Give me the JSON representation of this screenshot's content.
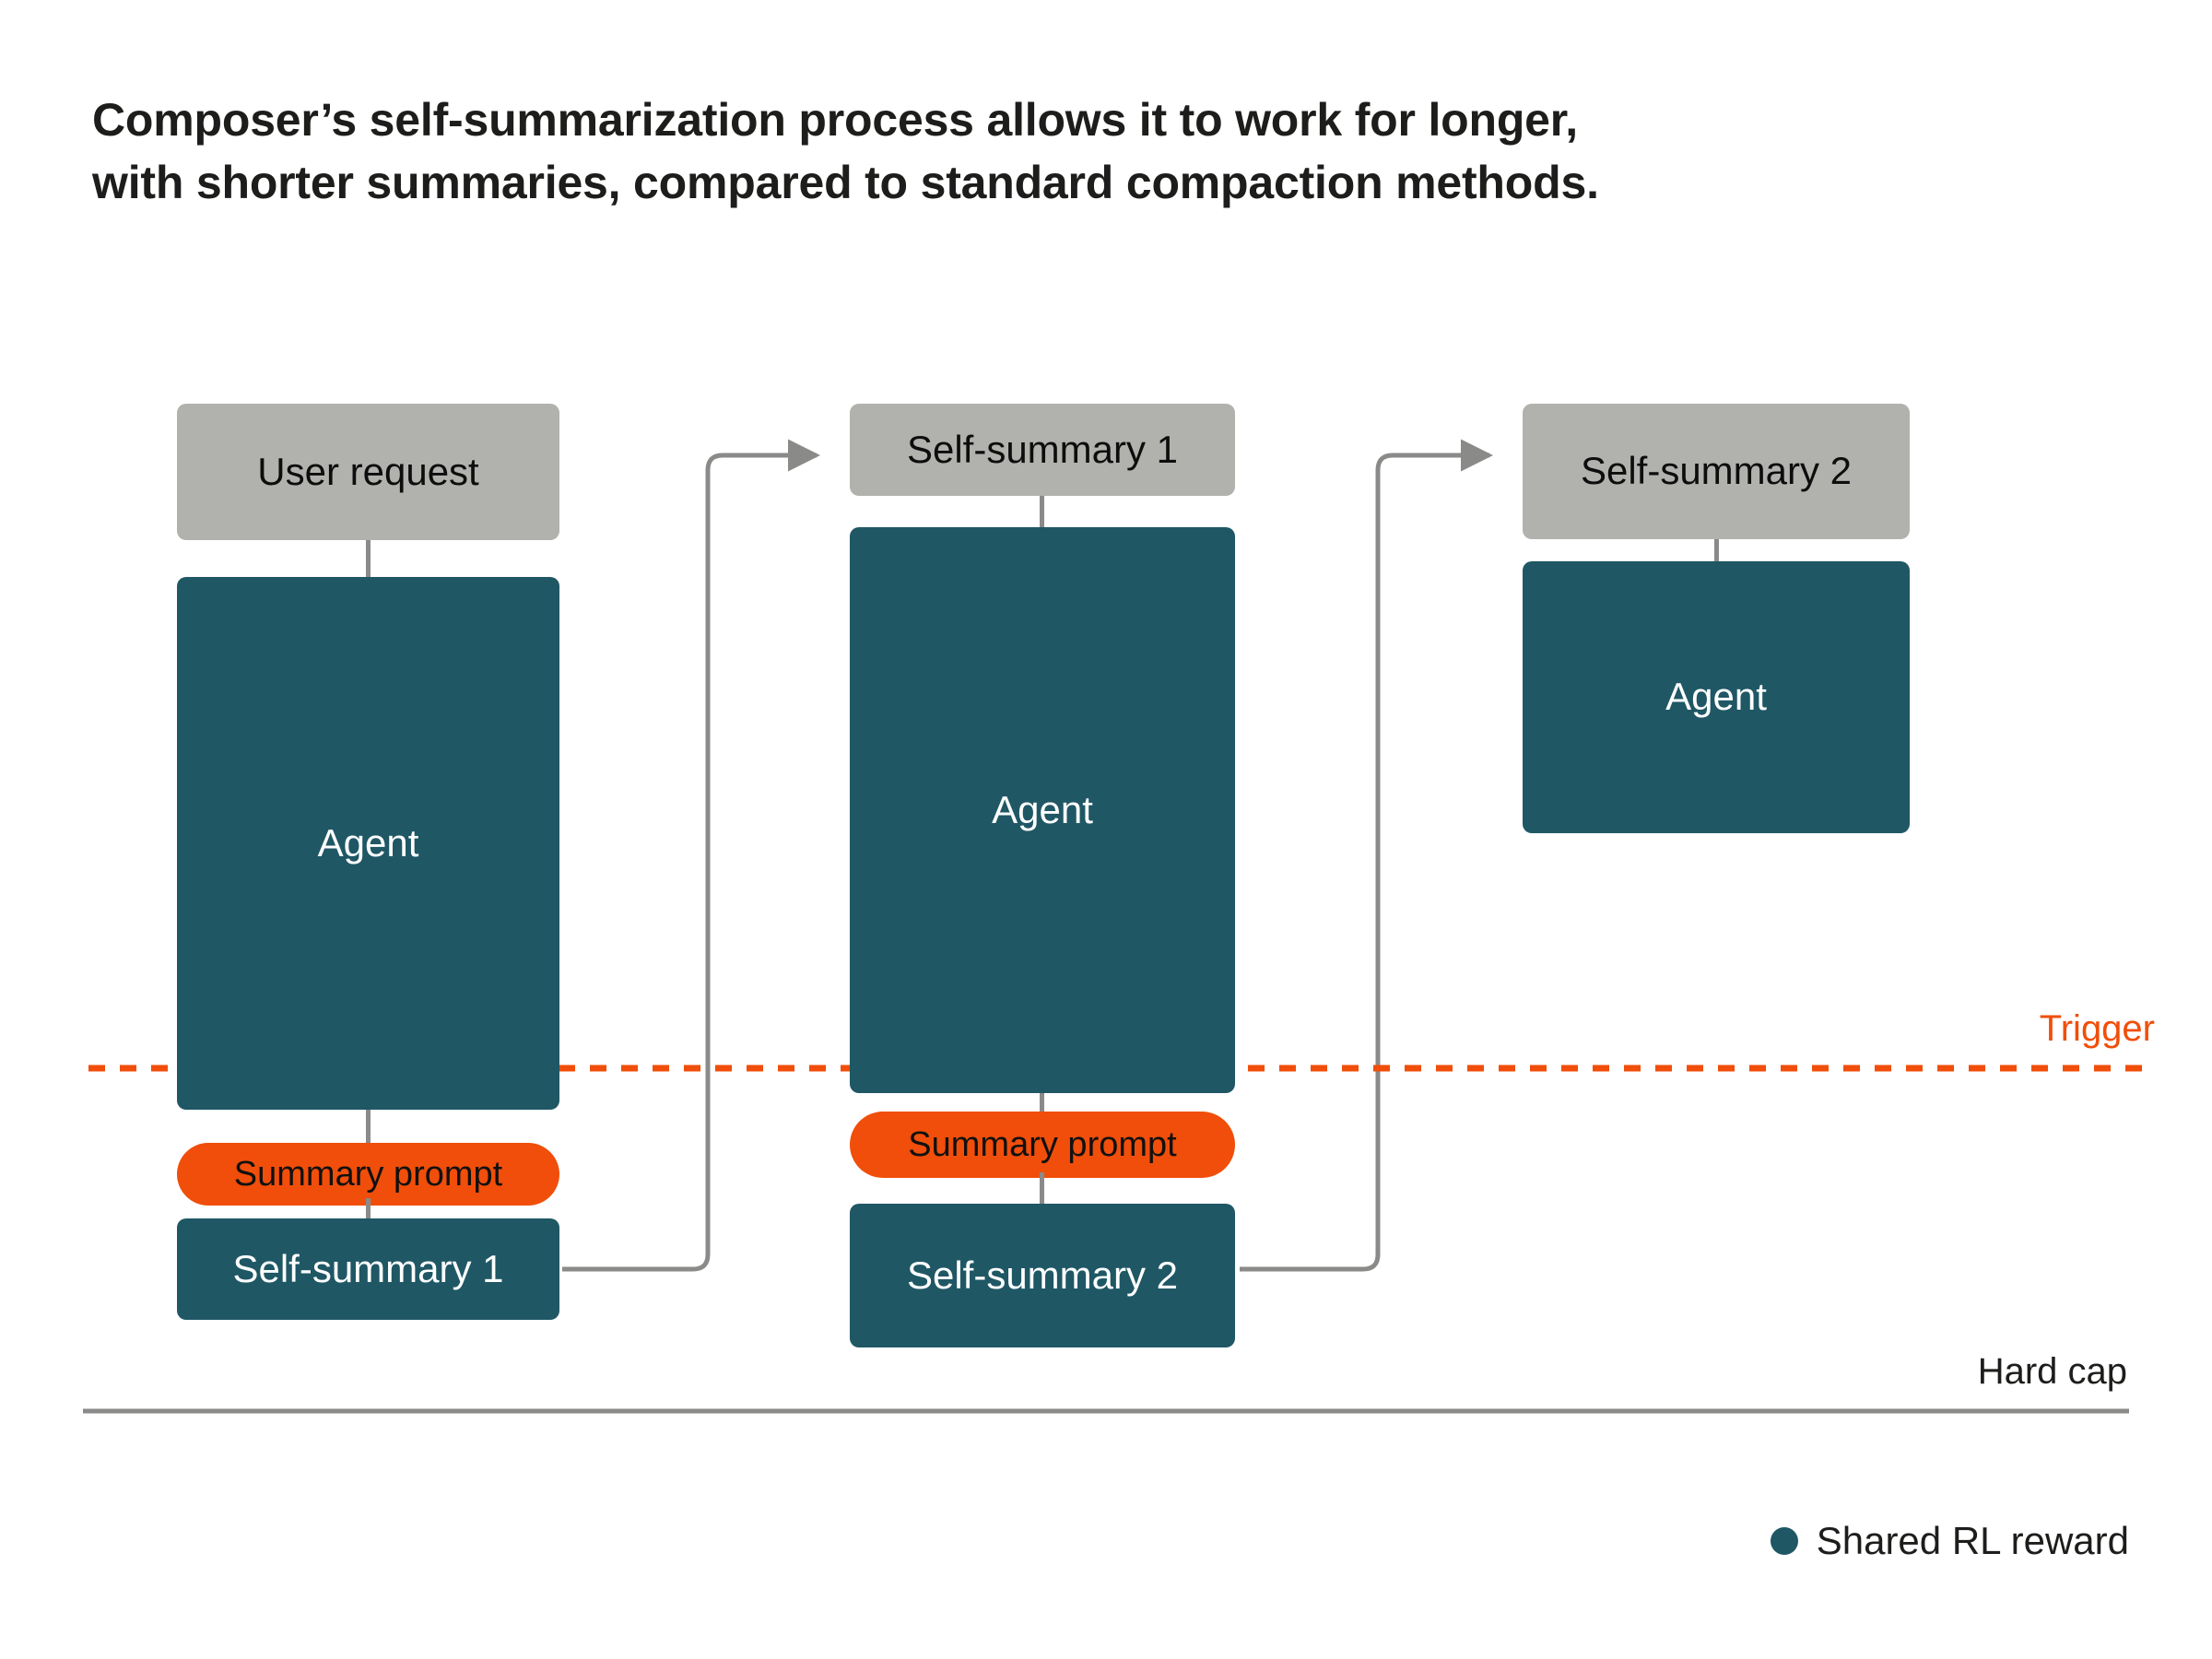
{
  "title": {
    "line1": "Composer’s self-summarization process allows it to work for longer,",
    "line2": "with shorter summaries, compared to standard compaction methods."
  },
  "colors": {
    "teal": "#1f5765",
    "gray": "#b1b1ae",
    "orange": "#f04e0a",
    "connector": "#8a8a88",
    "text_dark": "#1d1d1b",
    "background": "#ffffff"
  },
  "columns": [
    {
      "id": "stage-1",
      "top_box": {
        "label": "User request",
        "style": "gray"
      },
      "agent_box": {
        "label": "Agent",
        "style": "teal"
      },
      "prompt_pill": {
        "label": "Summary prompt",
        "style": "orange"
      },
      "output_box": {
        "label": "Self-summary 1",
        "style": "teal"
      }
    },
    {
      "id": "stage-2",
      "top_box": {
        "label": "Self-summary 1",
        "style": "gray"
      },
      "agent_box": {
        "label": "Agent",
        "style": "teal"
      },
      "prompt_pill": {
        "label": "Summary prompt",
        "style": "orange"
      },
      "output_box": {
        "label": "Self-summary 2",
        "style": "teal"
      }
    },
    {
      "id": "stage-3",
      "top_box": {
        "label": "Self-summary 2",
        "style": "gray"
      },
      "agent_box": {
        "label": "Agent",
        "style": "teal"
      }
    }
  ],
  "rules": {
    "trigger": {
      "label": "Trigger",
      "style": "dashed",
      "color": "#f04e0a"
    },
    "hard_cap": {
      "label": "Hard cap",
      "style": "solid",
      "color": "#8a8a88"
    }
  },
  "legend": {
    "items": [
      {
        "label": "Shared RL reward",
        "color": "#1f5765",
        "marker": "dot"
      }
    ]
  },
  "connectors": [
    {
      "from": "stage-1.output_box",
      "to": "stage-2.top_box",
      "kind": "elbow-arrow"
    },
    {
      "from": "stage-2.output_box",
      "to": "stage-3.top_box",
      "kind": "elbow-arrow"
    }
  ]
}
